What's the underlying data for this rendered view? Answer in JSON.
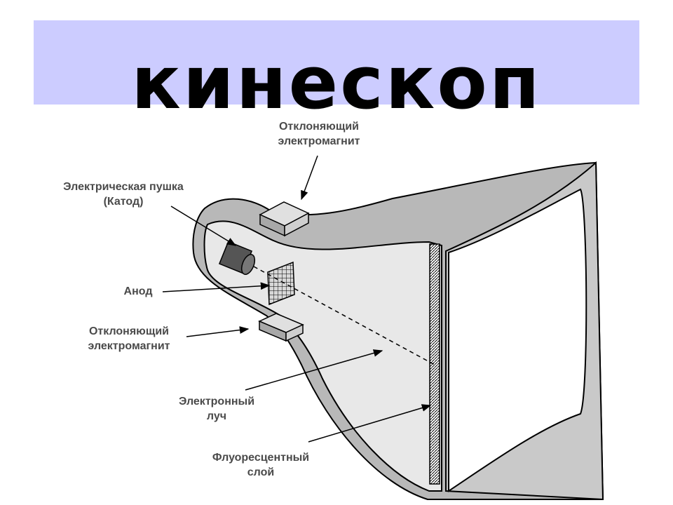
{
  "title": "кинескоп",
  "labels": {
    "top_deflection_magnet": [
      "Отклоняющий",
      "электромагнит"
    ],
    "electron_gun": [
      "Электрическая пушка",
      "(Катод)"
    ],
    "anode": [
      "Анод"
    ],
    "bottom_deflection_magnet": [
      "Отклоняющий",
      "электромагнит"
    ],
    "electron_beam": [
      "Электронный",
      "луч"
    ],
    "fluorescent_layer": [
      "Флуоресцентный",
      "слой"
    ]
  },
  "colors": {
    "title_band": "#ccccff",
    "tube_outer": "#b5b5b5",
    "tube_inner": "#e6e6e6",
    "outline": "#000000",
    "label_text": "#4a4a4a"
  }
}
